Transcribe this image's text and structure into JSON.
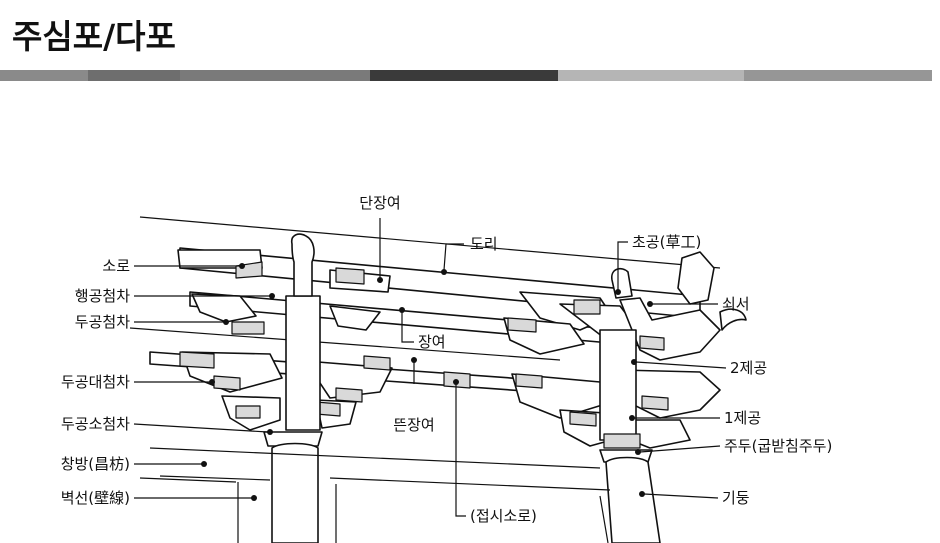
{
  "title": "주심포/다포",
  "title_bar_colors": [
    "#8a8a8a",
    "#6e6e6e",
    "#7a7a7a",
    "#3a3a3a",
    "#b5b5b5",
    "#969696"
  ],
  "labels": {
    "danjangyeo": "단장여",
    "dori": "도리",
    "chogong": "초공(草工)",
    "soro": "소로",
    "haenggong_cheomcha": "행공첨차",
    "dugong_cheomcha": "두공첨차",
    "soeseo": "쇠서",
    "jangyeo": "장여",
    "second_jegong": "2제공",
    "dugongdae_cheomcha": "두공대첨차",
    "tteunjangyeo": "뜬장여",
    "first_jegong": "1제공",
    "dugongso_cheomcha": "두공소첨차",
    "judu": "주두(굽받침주두)",
    "changbang": "창방(昌枋)",
    "byeokseon": "벽선(壁線)",
    "jeopsi_soro": "(접시소로)",
    "gidung": "기둥"
  }
}
